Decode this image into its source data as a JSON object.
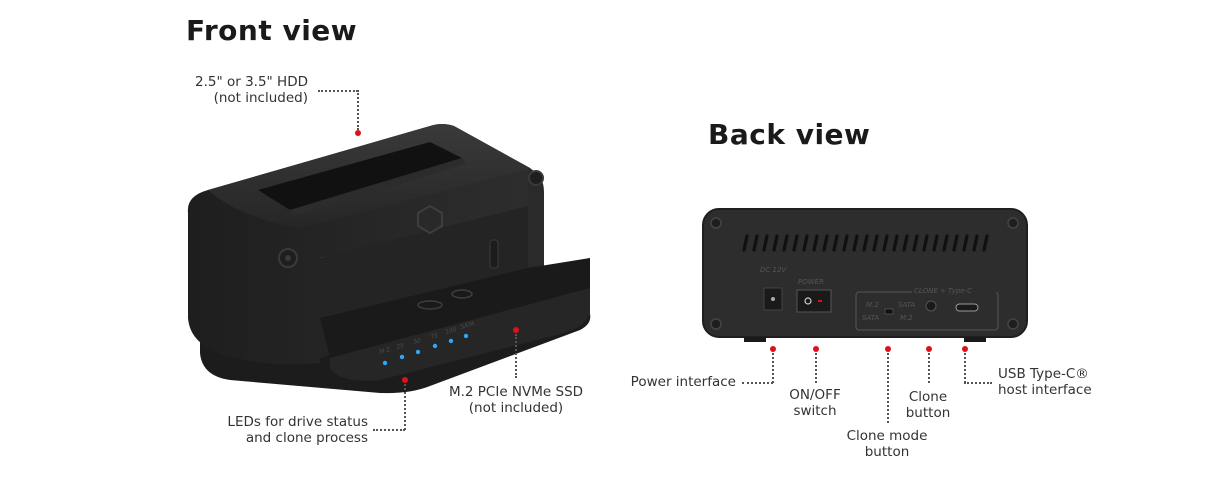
{
  "front": {
    "title": "Front view",
    "callouts": {
      "hdd": {
        "line1": "2.5\" or 3.5\" HDD",
        "line2": "(not included)"
      },
      "leds": {
        "line1": "LEDs for drive status",
        "line2": "and clone process"
      },
      "m2": {
        "line1": "M.2 PCIe NVMe SSD",
        "line2": "(not included)"
      }
    },
    "led_labels": [
      "M.2",
      "25",
      "50",
      "75",
      "100",
      "SATA"
    ],
    "led_color": "#2aa8ff"
  },
  "back": {
    "title": "Back view",
    "panel_text": {
      "dc": "DC 12V",
      "power": "POWER",
      "clone_group": "CLONE + Type-C",
      "m2_top": "M.2",
      "sata_top": "SATA",
      "sata_bottom": "SATA",
      "m2_bottom": "M.2"
    },
    "callouts": {
      "power_interface": {
        "line1": "Power interface"
      },
      "on_off": {
        "line1": "ON/OFF",
        "line2": "switch"
      },
      "clone_mode": {
        "line1": "Clone mode",
        "line2": "button"
      },
      "clone_button": {
        "line1": "Clone",
        "line2": "button"
      },
      "usb_c": {
        "line1": "USB Type-C®",
        "line2": "host interface"
      }
    }
  },
  "colors": {
    "marker_red": "#e0101a",
    "device_body": "#2b2b2b",
    "background": "#ffffff"
  }
}
